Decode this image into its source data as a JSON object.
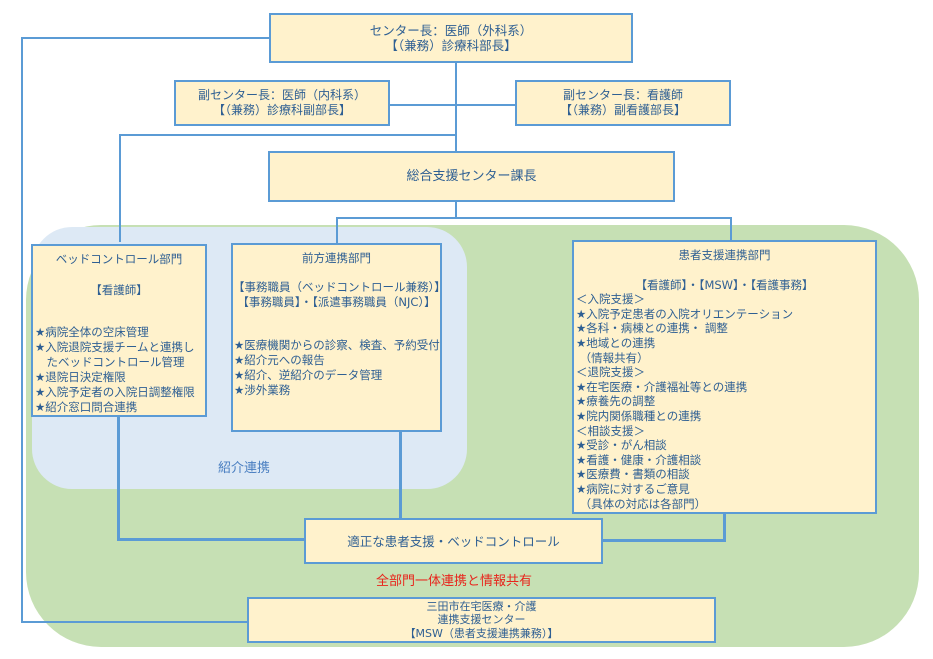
{
  "colors": {
    "box_fill": "#fff2cc",
    "box_border": "#5b9bd5",
    "text": "#2e5f93",
    "green_zone": "#c6e0b4",
    "blue_zone": "#dde9f5",
    "accent_red": "#e8251c"
  },
  "top": {
    "center_head": [
      "センター長：医師（外科系）",
      "【（兼務）診療科部長】"
    ],
    "vice_left": [
      "副センター長：医師（内科系）",
      "【（兼務）診療科副部長】"
    ],
    "vice_right": [
      "副センター長：看護師",
      "【（兼務）副看護部長】"
    ],
    "section_chief": "総合支援センター課長"
  },
  "departments": {
    "bed_control": {
      "title": "ベッドコントロール部門",
      "staff": "【看護師】",
      "items": [
        "★病院全体の空床管理",
        "★入院退院支援チームと連携し",
        "　たベッドコントロール管理",
        "★退院日決定権限",
        "★入院予定者の入院日調整権限",
        "★紹介窓口問合連携"
      ]
    },
    "forward": {
      "title": "前方連携部門",
      "staff": [
        "【事務職員（ベッドコントロール兼務）】",
        "【事務職員】・【派遣事務職員（NJC）】"
      ],
      "items": [
        "★医療機関からの診察、検査、予約受付",
        "★紹介元への報告",
        "★紹介、逆紹介のデータ管理",
        "★渉外業務"
      ]
    },
    "patient_support": {
      "title": "患者支援連携部門",
      "staff": "【看護師】・【MSW】・【看護事務】",
      "items": [
        "＜入院支援＞",
        "★入院予定患者の入院オリエンテーション",
        "★各科・病棟との連携・ 調整",
        "★地域との連携",
        " （情報共有）",
        "＜退院支援＞",
        "★在宅医療・介護福祉等との連携",
        "★療養先の調整",
        "★院内関係職種との連携",
        "＜相談支援＞",
        "★受診・がん相談",
        "★看護・健康・介護相談",
        "★医療費・書類の相談",
        "★病院に対するご意見",
        " （具体の対応は各部門）"
      ]
    }
  },
  "zones": {
    "referral_label": "紹介連携"
  },
  "bottom": {
    "goal": "適正な患者支援・ベッドコントロール",
    "banner": "全部門一体連携と情報共有",
    "city_center": [
      "三田市在宅医療・介護",
      "連携支援センター",
      "【MSW（患者支援連携兼務）】"
    ]
  }
}
